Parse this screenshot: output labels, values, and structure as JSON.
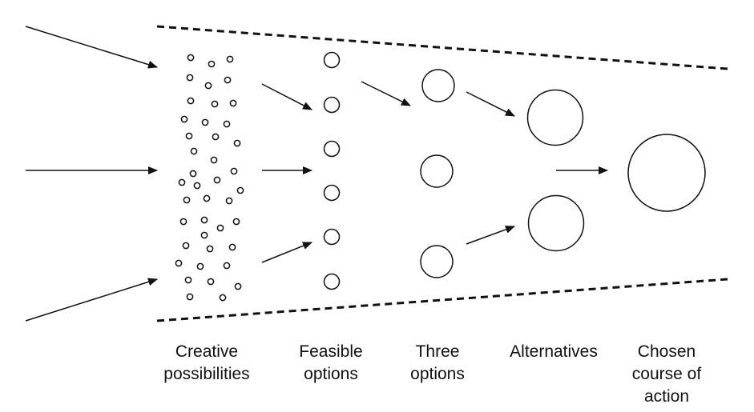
{
  "diagram": {
    "colors": {
      "ink": "#111111",
      "background": "#ffffff"
    },
    "stages": [
      {
        "id": "creative",
        "label": "Creative\npossibilities",
        "circle_count": 42
      },
      {
        "id": "feasible",
        "label": "Feasible\noptions",
        "circle_count": 6
      },
      {
        "id": "three",
        "label": "Three\noptions",
        "circle_count": 3
      },
      {
        "id": "alternatives",
        "label": "Alternatives",
        "circle_count": 2
      },
      {
        "id": "chosen",
        "label": "Chosen\ncourse of\naction",
        "circle_count": 1
      }
    ]
  }
}
